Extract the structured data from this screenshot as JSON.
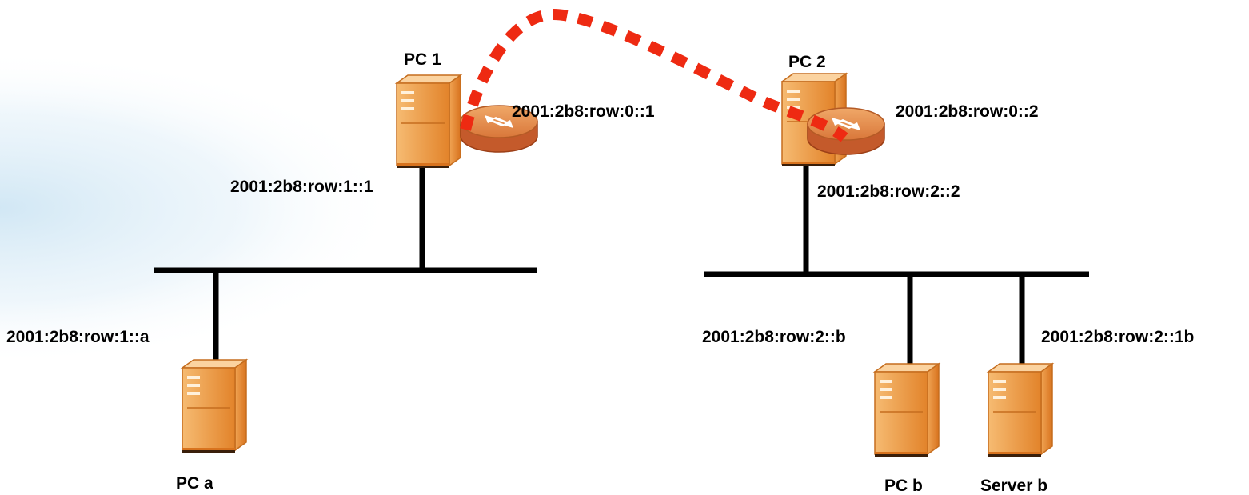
{
  "hosts": {
    "pc1": {
      "name": "PC 1",
      "addresses": [
        "2001:2b8:row:0::1",
        "2001:2b8:row:1::1"
      ]
    },
    "pc2": {
      "name": "PC 2",
      "addresses": [
        "2001:2b8:row:0::2",
        "2001:2b8:row:2::2"
      ]
    },
    "pca": {
      "name": "PC a",
      "addresses": [
        "2001:2b8:row:1::a"
      ]
    },
    "pcb": {
      "name": "PC b",
      "addresses": [
        "2001:2b8:row:2::b"
      ]
    },
    "serverb": {
      "name": "Server b",
      "addresses": [
        "2001:2b8:row:2::1b"
      ]
    }
  },
  "colors": {
    "tunnel": "#ee2a12",
    "server_body": "#e58a2e",
    "router": "#c7582c",
    "link": "#000000",
    "background_tint": "#cfe6f4"
  },
  "icons": [
    "server-icon",
    "router-icon"
  ]
}
